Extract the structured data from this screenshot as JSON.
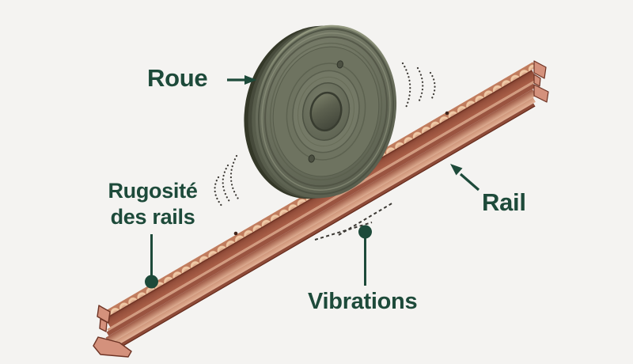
{
  "figure": {
    "title": "Wheel-rail vibration diagram",
    "type": "3d-technical-illustration"
  },
  "labels": {
    "roue": "Roue",
    "rugosite_line1": "Rugosité",
    "rugosite_line2": "des rails",
    "rail": "Rail",
    "vibrations": "Vibrations"
  },
  "colors": {
    "accent": "#1d4a3a",
    "background": "#f4f3f1",
    "vibration": "#3b3833",
    "wheel_body": "#6b705e",
    "wheel_dark": "#3e4236",
    "rail_side": "#a05a44",
    "rail_top_light": "#e8b897",
    "rail_end_face": "#d4917c"
  }
}
